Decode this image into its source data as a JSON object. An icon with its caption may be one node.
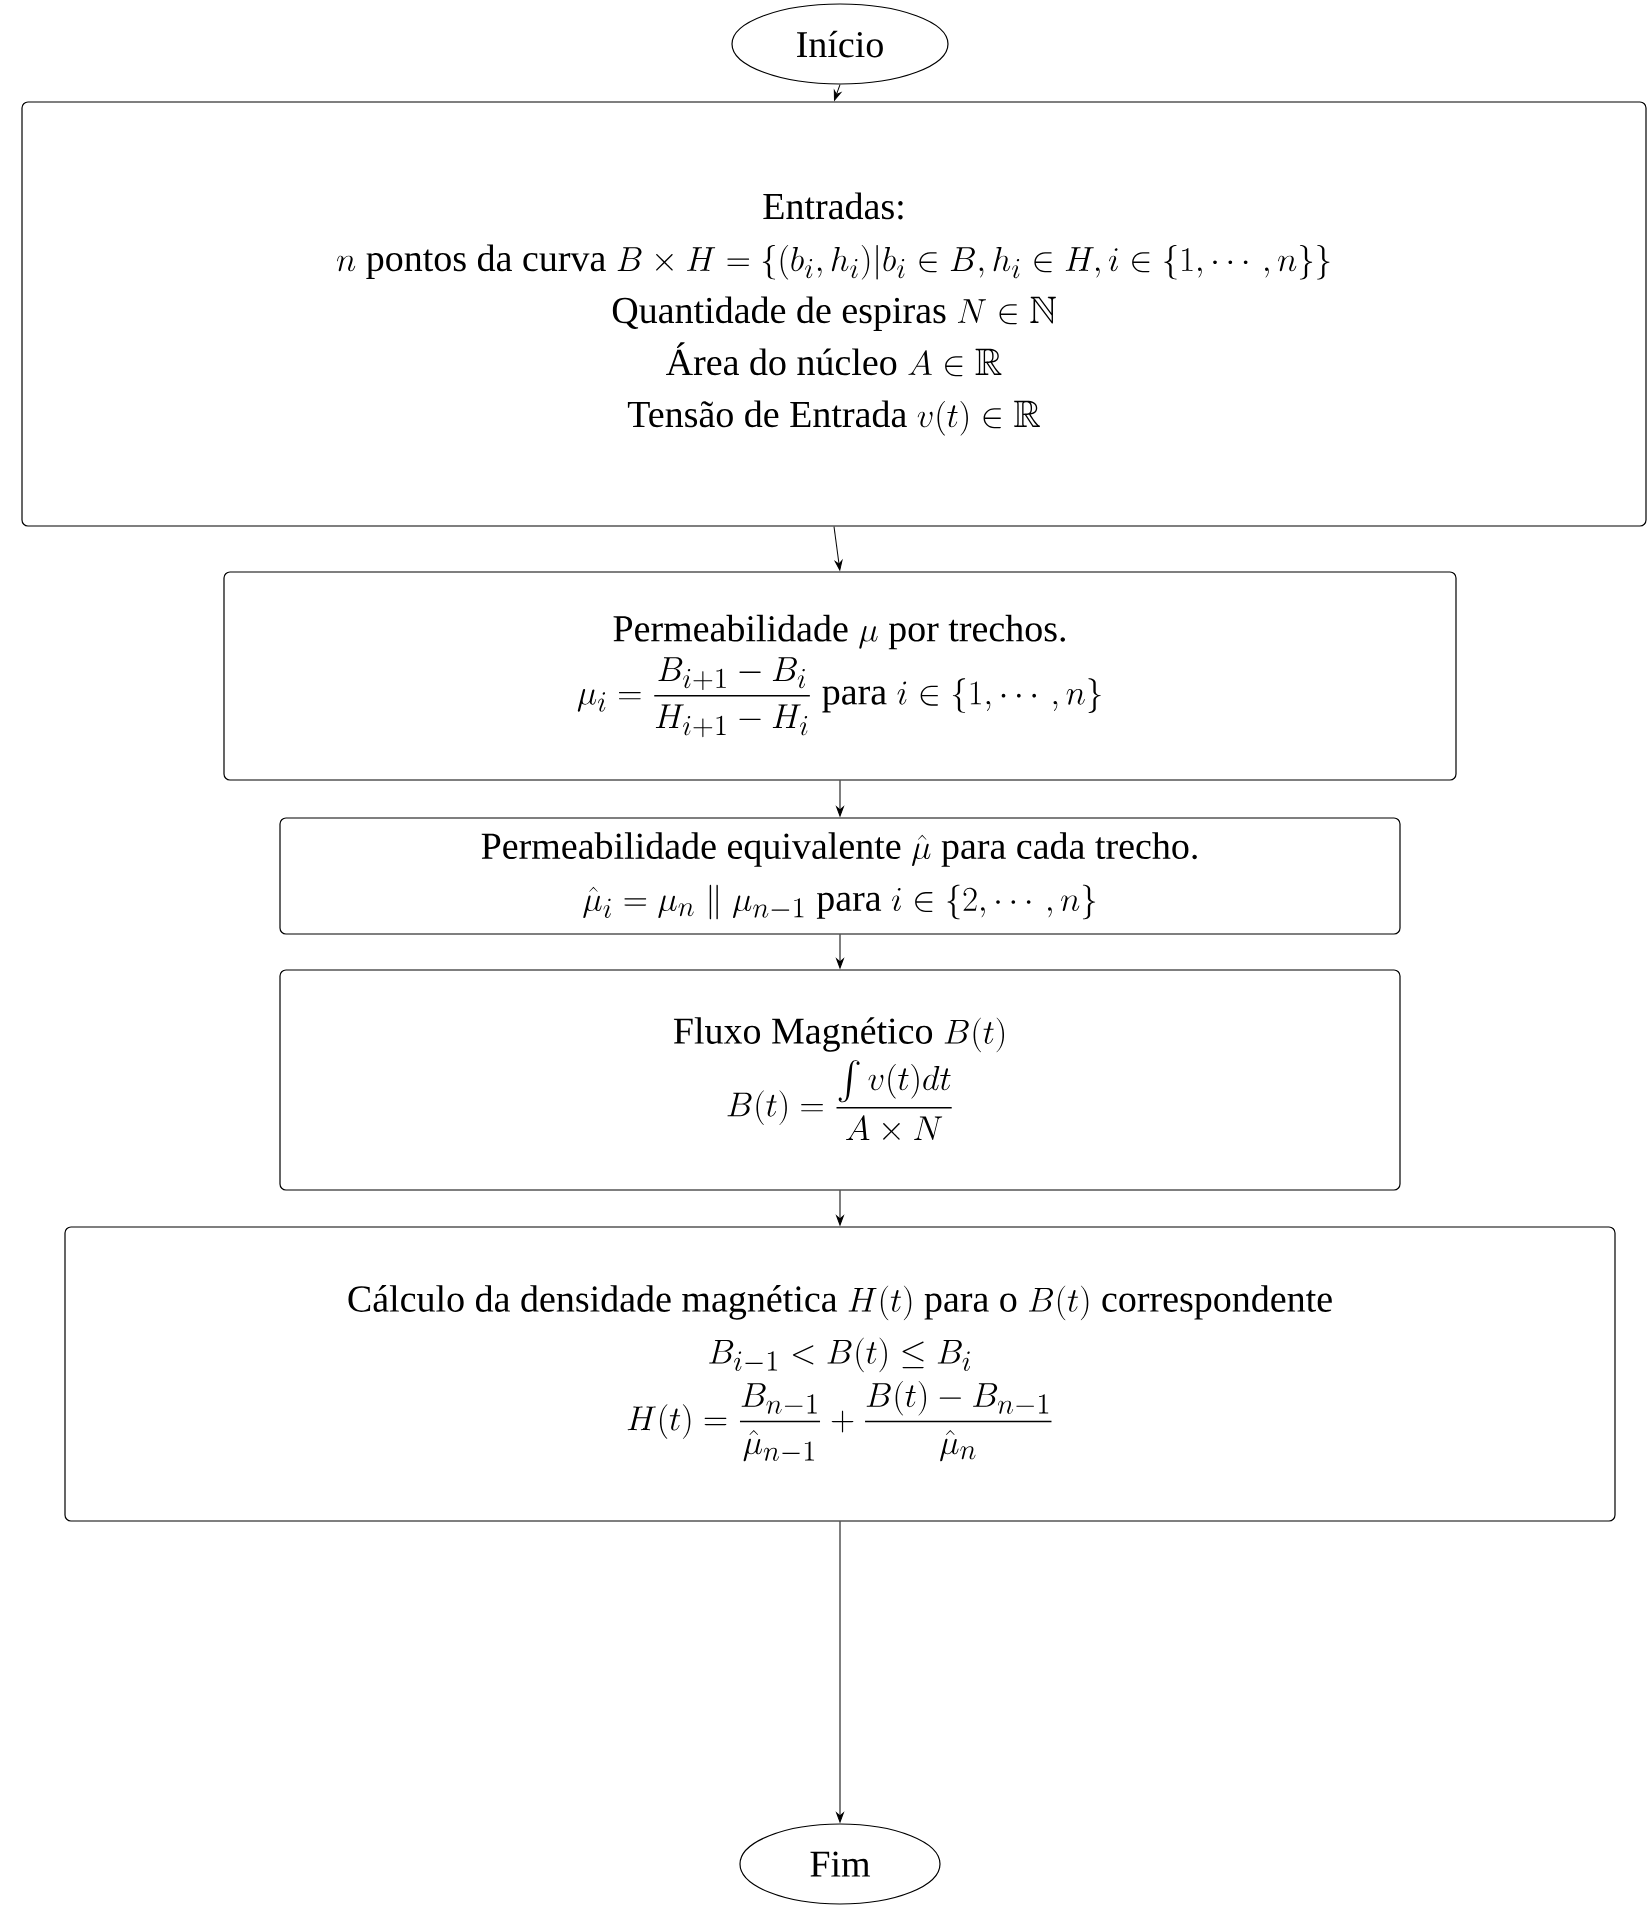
{
  "diagram": {
    "nodes": [
      {
        "text": [
          "Início"
        ]
      },
      {
        "text": [
          "Entradas:",
          "n \\text{ pontos da curva } B \\times H = \\{(b_i,h_i) | b_i \\in B, h_i \\in H, i \\in \\{1,\\cdots,n\\}\\}",
          "\\text{Quantidade de espiras } N \\in \\mathbb{N}",
          "\\text{Área do núcleo } A \\in \\mathbb{R}",
          "\\text{Tensão de Entrada } v(t) \\in \\mathbb{R}"
        ]
      },
      {
        "text": [
          "\\text{Permeabilidade } \\mu \\text{ por trechos.}",
          "\\mu_i = \\frac{B_{i+1}-B_i}{H_{i+1}-H_i} \\text{ para } i \\in \\{1,\\cdots,n\\}"
        ]
      },
      {
        "text": [
          "\\text{Permeabilidade equivalente } \\hat{\\mu} \\text{ para cada trecho.}",
          "\\hat{\\mu}_i = \\mu_n \\parallel \\mu_{n-1} \\text{ para } i \\in \\{2,\\cdots,n\\}"
        ]
      },
      {
        "text": [
          "\\text{Fluxo Magnético } B(t)",
          "B(t) = \\frac{\\int v(t)dt}{A \\times N}"
        ]
      },
      {
        "text": [
          "\\text{Cálculo da densidade magnética } H(t) \\text{ para o } B(t) \\text{ correspondente}",
          "B_{i-1} < B(t) \\leq B_i",
          "H(t) = \\frac{B_{n-1}}{\\hat{\\mu}_{n-1}} + \\frac{B(t)-B_{n-1}}{\\hat{\\mu}_n}"
        ]
      },
      {
        "text": [
          "Fim"
        ]
      }
    ],
    "edges": [
      {
        "from": 0,
        "to": 1,
        "arrow": "to"
      },
      {
        "from": 1,
        "to": 2,
        "arrow": "to"
      },
      {
        "from": 2,
        "to": 3,
        "arrow": "to"
      },
      {
        "from": 3,
        "to": 4,
        "arrow": "to"
      },
      {
        "from": 4,
        "to": 5,
        "arrow": "to"
      },
      {
        "from": 5,
        "to": 6,
        "arrow": "to"
      }
    ]
  }
}
